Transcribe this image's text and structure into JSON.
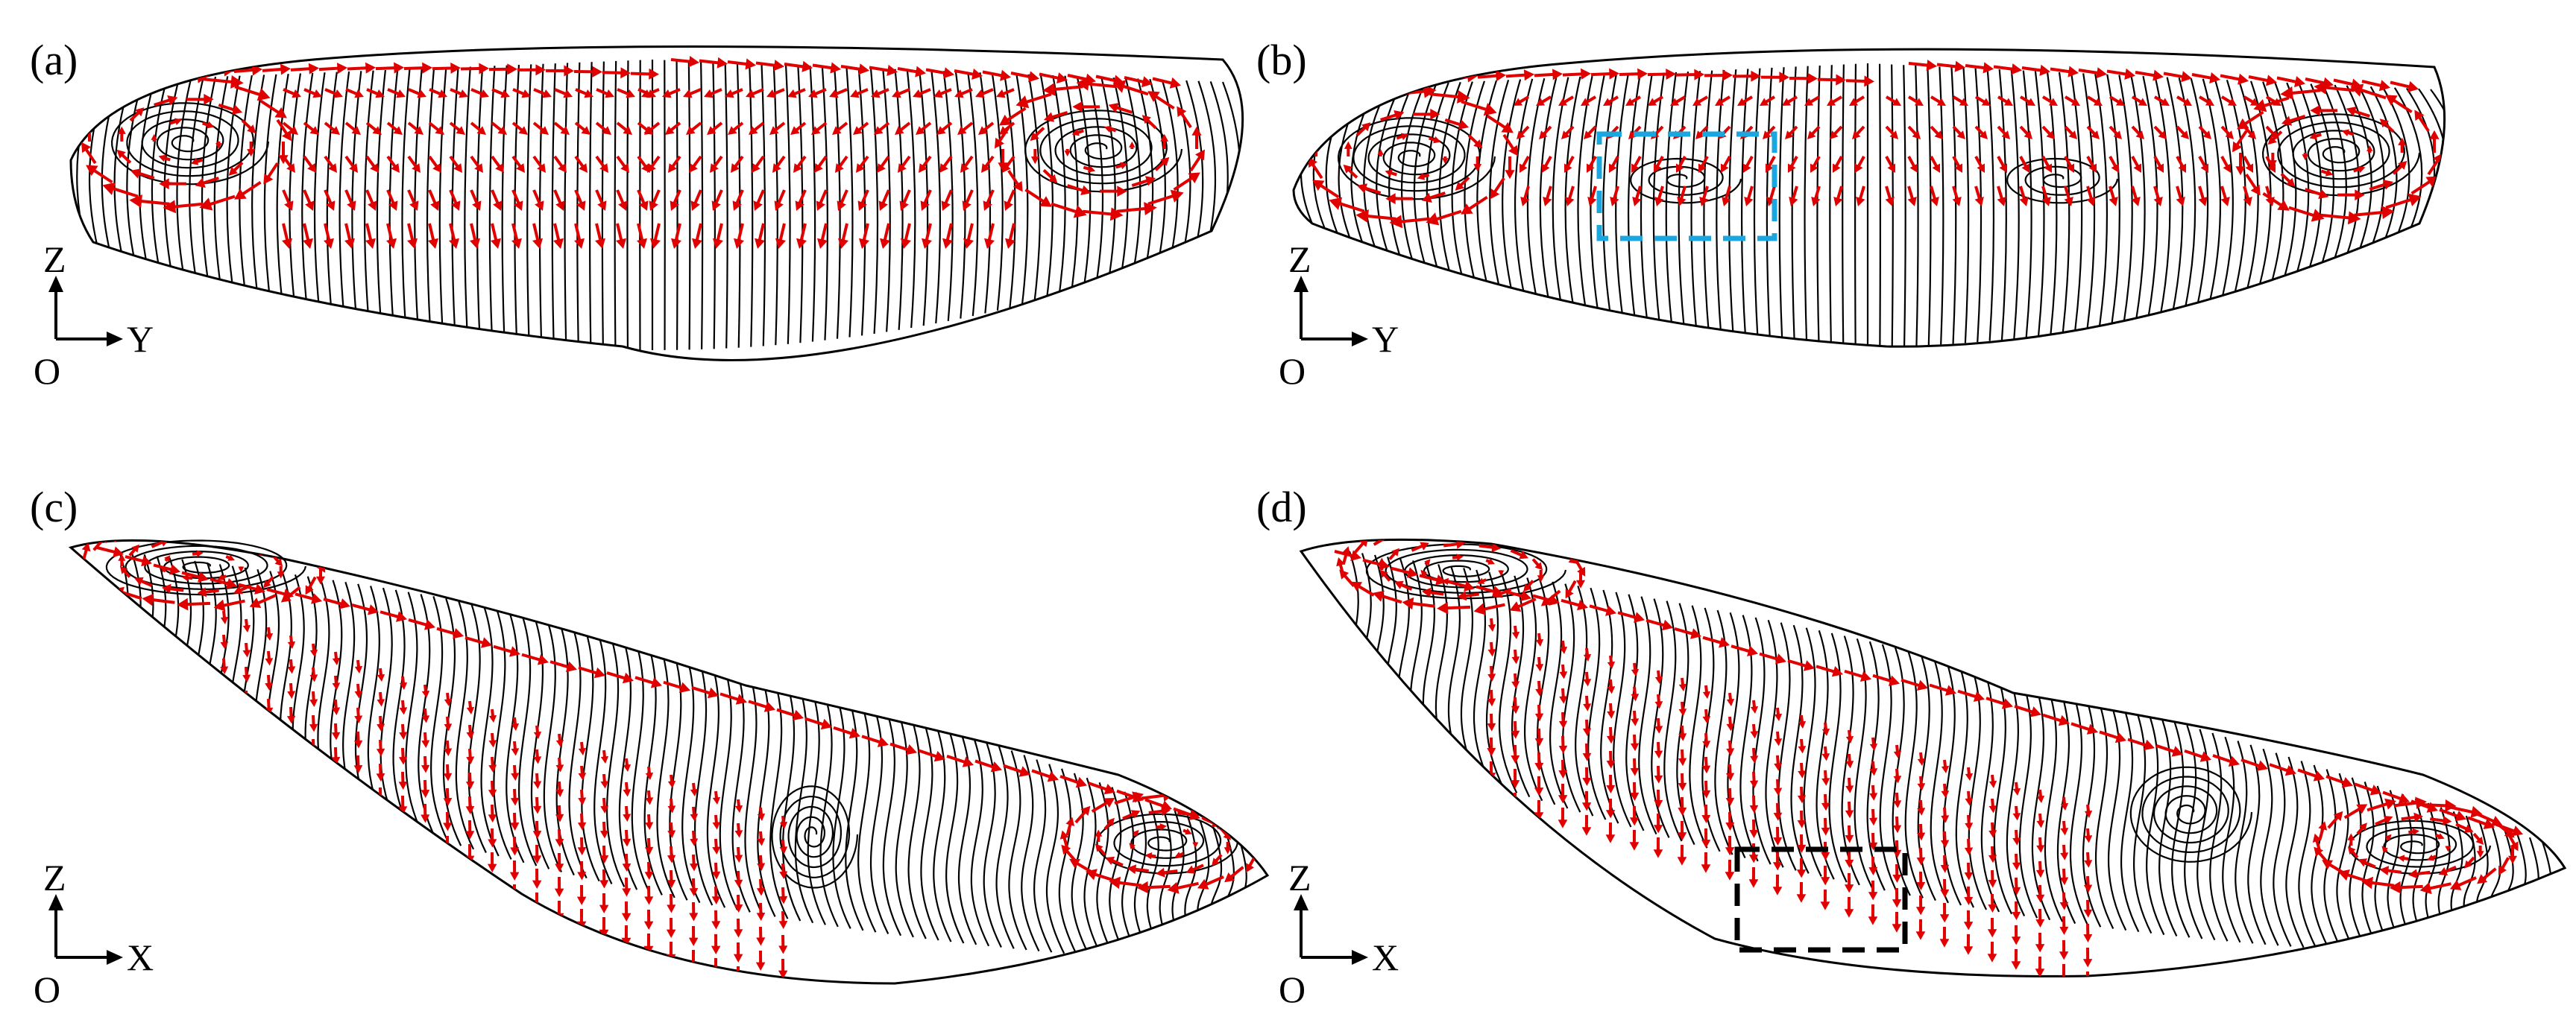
{
  "panels": [
    {
      "id": "a",
      "label": "(a)",
      "axis_v": "Z",
      "axis_h": "Y",
      "origin": "O"
    },
    {
      "id": "b",
      "label": "(b)",
      "axis_v": "Z",
      "axis_h": "Y",
      "origin": "O"
    },
    {
      "id": "c",
      "label": "(c)",
      "axis_v": "Z",
      "axis_h": "X",
      "origin": "O"
    },
    {
      "id": "d",
      "label": "(d)",
      "axis_v": "Z",
      "axis_h": "X",
      "origin": "O"
    }
  ],
  "colors": {
    "velocity_vectors": "#e00000",
    "streamlines": "#000000",
    "inset_box_b": "#1aa7e0",
    "inset_box_d": "#000000"
  }
}
